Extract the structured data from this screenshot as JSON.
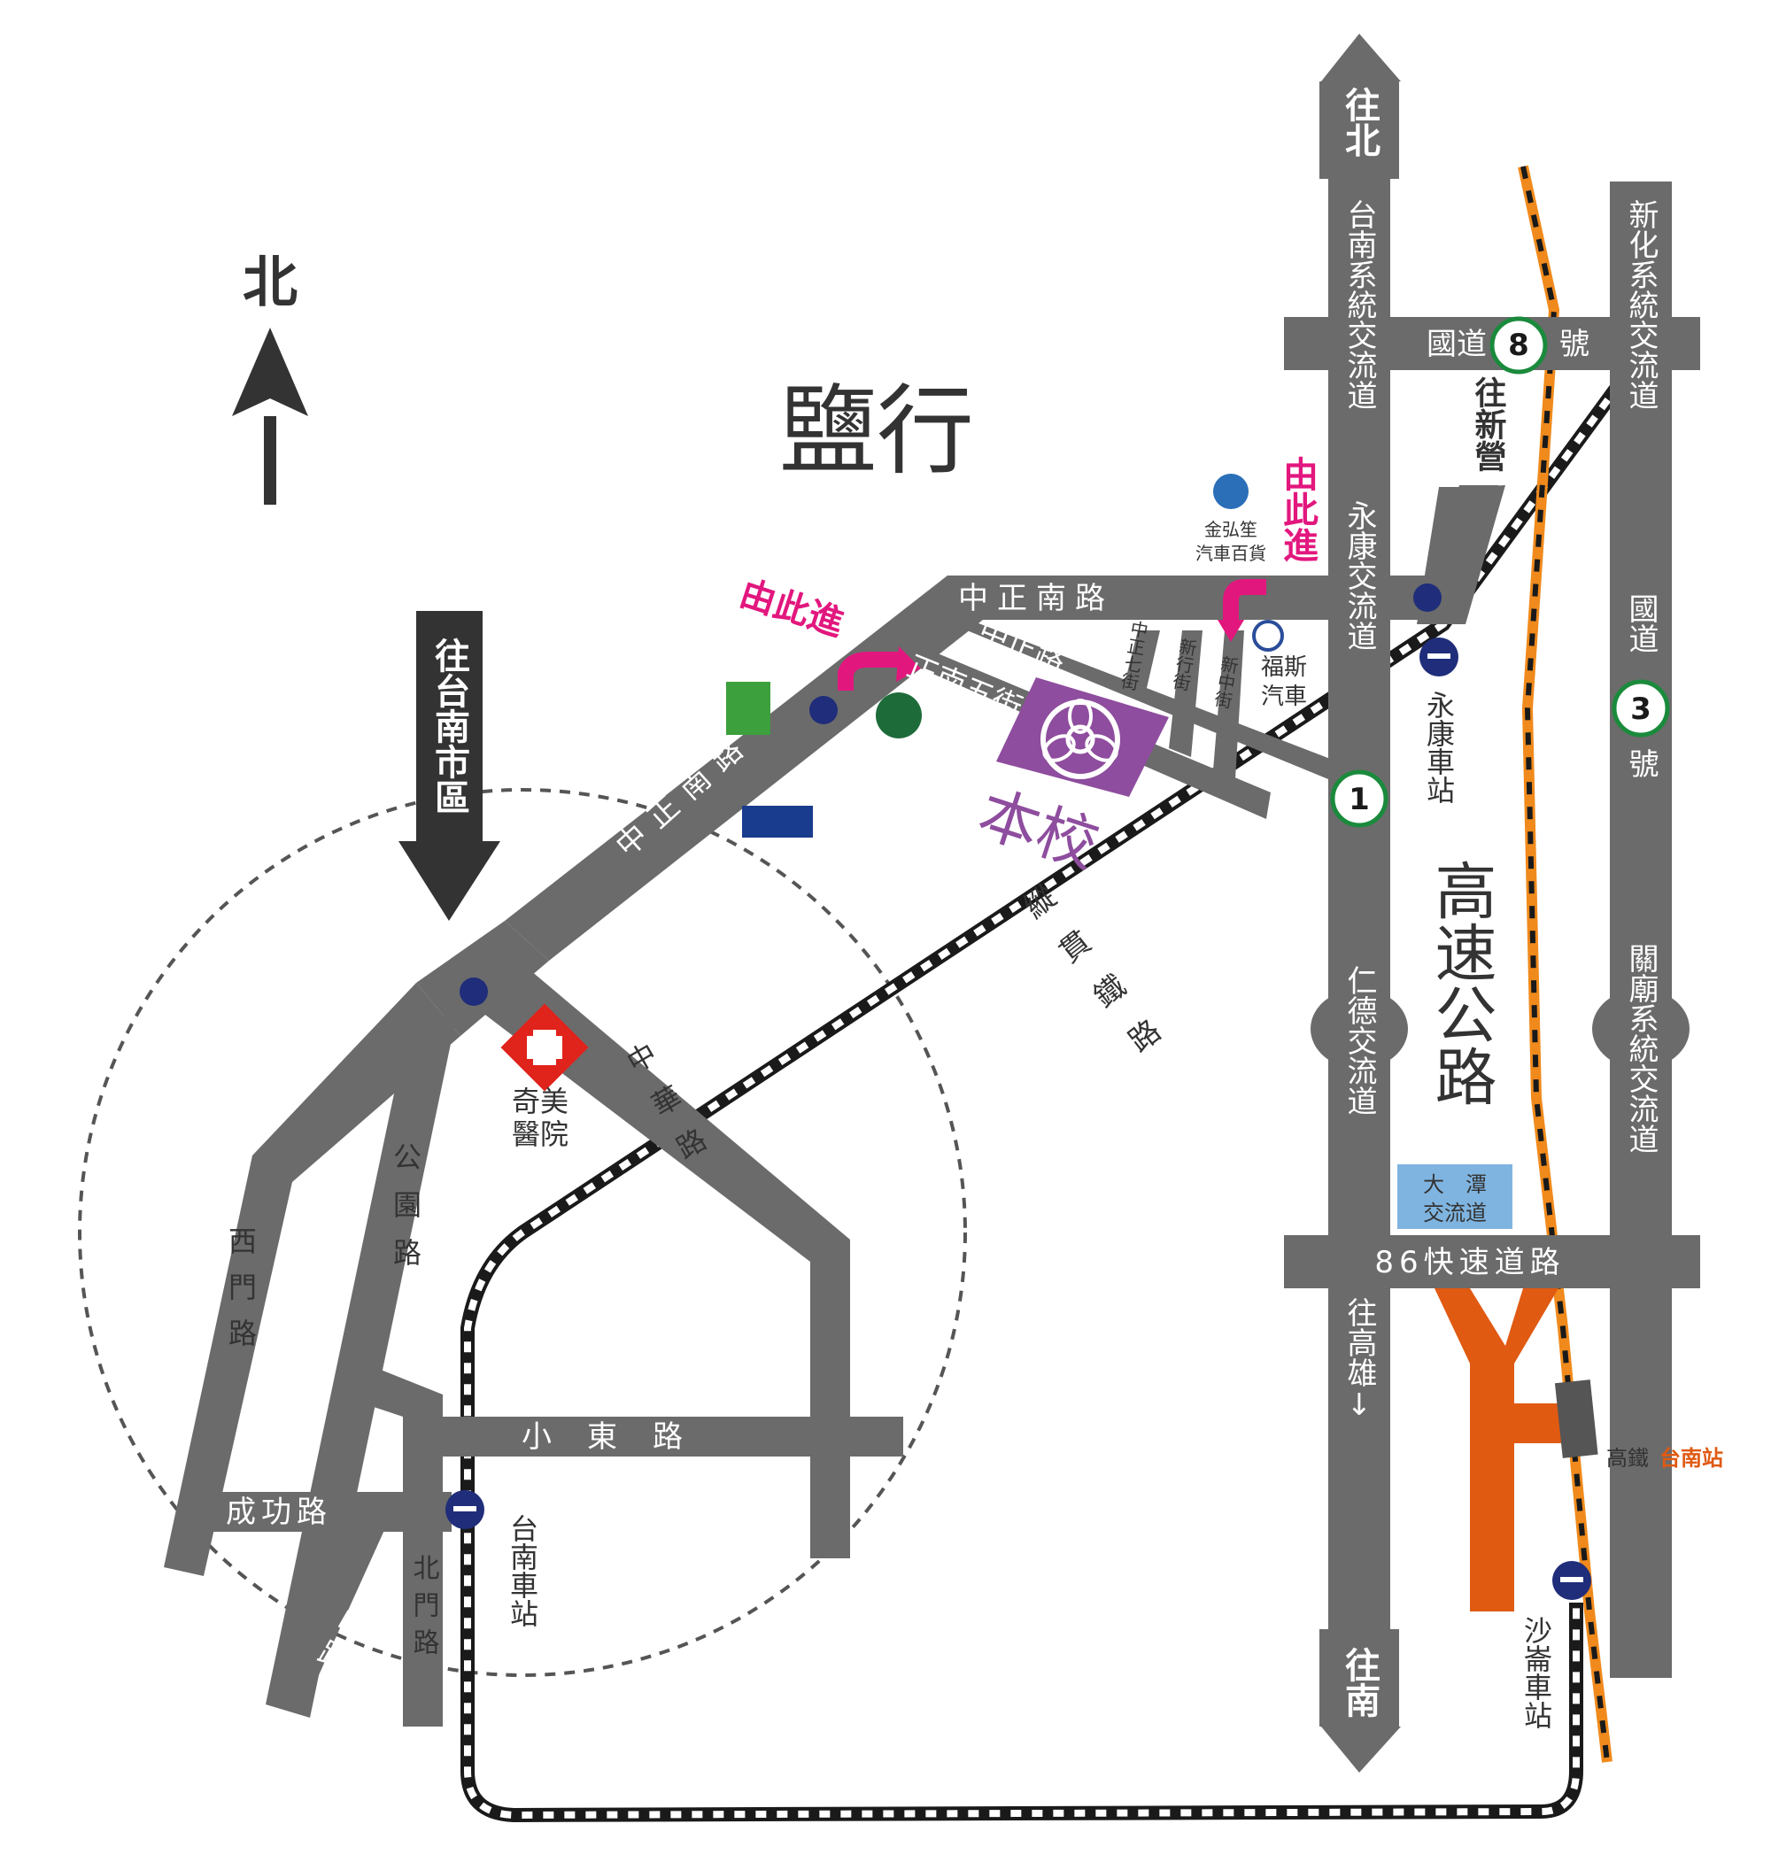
{
  "map": {
    "compass": {
      "north_label": "北"
    },
    "area_name": "鹽行",
    "to_city_label": "往台南市區",
    "school_label": "本校",
    "roads": {
      "zhongzheng_south_top": "中正南路",
      "zhongzheng_south_diag": "中正南路",
      "zhongzheng_road_small": "中正路",
      "zhengnan_5th": "正南五街",
      "zhongzheng_7th": "中正七街",
      "xinxing": "新行街",
      "xinzhong": "新中街",
      "zhonghua": "中華路",
      "gongyuan": "公園路",
      "ximen": "西門路",
      "chenggong": "成功路",
      "zhongshan": "中山路",
      "beimen": "北門路",
      "xiaodong": "小東路",
      "railway": "縱貫鐵路",
      "expressway_86": "86快速道路",
      "national_8": "國道",
      "national_8_suffix": "號",
      "national_8_num": "8",
      "national_3": "國道",
      "national_3_suffix": "號",
      "national_3_num": "3",
      "freeway_num": "1"
    },
    "highway": {
      "name": "高速公路",
      "to_north": "往北",
      "to_south": "往南",
      "to_xinying": "往新營",
      "to_kaohsiung": "往高雄↓",
      "tainan_interchange": "台南系統交流道",
      "yongkang_interchange": "永康交流道",
      "rende_interchange": "仁德交流道",
      "xinhua_interchange": "新化系統交流道",
      "guanmiao_interchange": "關廟系統交流道",
      "datan_interchange": "大 潭\n交流道"
    },
    "stations": {
      "yongkang": "永康車站",
      "tainan": "台南車站",
      "shalun": "沙崙車站",
      "hsr_prefix": "高鐵",
      "hsr_name": "台南站"
    },
    "landmarks": {
      "chimei_hospital": "奇美醫院",
      "vw_dealer": "福斯汽車",
      "jinhongsheng": "金弘笙汽車百貨",
      "enter_here_1": "由此進",
      "enter_here_2": "由此進"
    },
    "colors": {
      "road": "#6b6b6b",
      "school": "#8e4d9e",
      "enter_arrow": "#e2177e",
      "hsr_line": "#e05a12",
      "hsr_track": "#f08a1c",
      "datan_box": "#7fb4e0",
      "station_icon": "#1f2d7a"
    }
  }
}
